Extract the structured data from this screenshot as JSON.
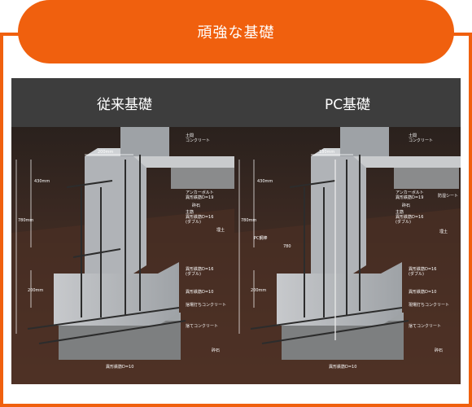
{
  "header": {
    "title": "頑強な基礎"
  },
  "left_panel": {
    "title": "従来基礎",
    "labels": {
      "dim_top_width": "200mm",
      "dim_upper_height": "430mm",
      "dim_total_height": "780mm",
      "dim_footing_height": "200mm",
      "soil_concrete": "土間\nコンクリート",
      "anchor_bolt": "アンカーボルト\n異形鉄筋D=19",
      "crushed_stone_top": "砕石",
      "main_rebar": "主筋\n異形鉄筋D=16\n(ダブル)",
      "backfill": "埋土",
      "deformed_d16": "異形鉄筋D=16\n(ダブル)",
      "deformed_d10": "異形鉄筋D=10",
      "poured_concrete": "捨場打ちコンクリート",
      "lean_concrete": "捨てコンクリート",
      "crushed_stone_bottom": "砕石",
      "bottom_rebar": "異形鉄筋D=10"
    }
  },
  "right_panel": {
    "title": "PC基礎",
    "labels": {
      "dim_top_width": "180mm",
      "dim_upper_height": "430mm",
      "dim_total_height": "780mm",
      "dim_footing_height": "200mm",
      "soil_concrete": "土間\nコンクリート",
      "anchor_bolt": "アンカーボルト\n異形鉄筋D=19",
      "moisture_sheet": "防湿シート",
      "crushed_stone_top": "砕石",
      "main_rebar": "主筋\n異形鉄筋D=16\n(ダブル)",
      "pc_steel": "PC鋼棒",
      "pc_steel_val": "780",
      "backfill": "埋土",
      "deformed_d16": "異形鉄筋D=16\n(ダブル)",
      "deformed_d10": "異形鉄筋D=10",
      "poured_concrete": "現場打ちコンクリート",
      "lean_concrete": "捨てコンクリート",
      "crushed_stone_bottom": "砕石",
      "bottom_rebar": "異形鉄筋D=10"
    }
  },
  "colors": {
    "accent": "#f0600e",
    "panel_bg": "#2a211d",
    "title_bar": "#3d3d3d",
    "concrete": "#b9bcc0",
    "soil": "#4a2f24"
  }
}
